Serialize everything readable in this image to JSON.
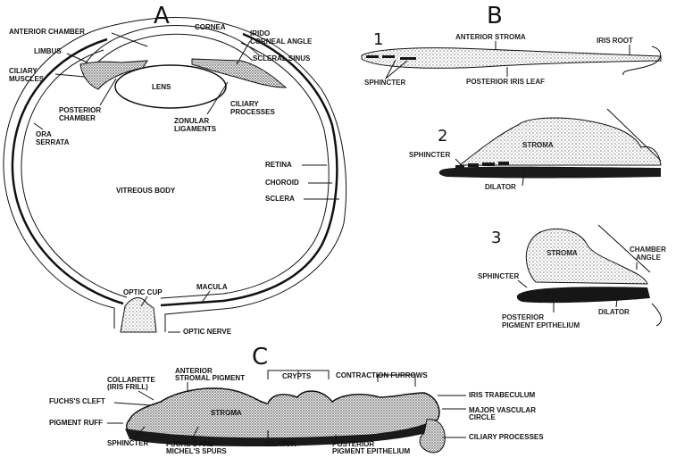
{
  "panels": {
    "A": {
      "letter": "A",
      "labels": {
        "anterior_chamber": "ANTERIOR CHAMBER",
        "cornea": "CORNEA",
        "irido1": "IRIDO",
        "irido2": "CORNEAL ANGLE",
        "limbus": "LIMBUS",
        "scleral_sinus": "SCLERAL SINUS",
        "ciliary_muscles1": "CILIARY",
        "ciliary_muscles2": "MUSCLES",
        "lens": "LENS",
        "posterior_chamber1": "POSTERIOR",
        "posterior_chamber2": "CHAMBER",
        "ciliary_processes1": "CILIARY",
        "ciliary_processes2": "PROCESSES",
        "zonular1": "ZONULAR",
        "zonular2": "LIGAMENTS",
        "ora1": "ORA",
        "ora2": "SERRATA",
        "retina": "RETINA",
        "choroid": "CHOROID",
        "sclera": "SCLERA",
        "vitreous": "VITREOUS BODY",
        "optic_cup": "OPTIC CUP",
        "macula": "MACULA",
        "optic_nerve": "OPTIC NERVE"
      }
    },
    "B": {
      "letter": "B",
      "sub1": {
        "number": "1",
        "anterior_stroma": "ANTERIOR STROMA",
        "iris_root": "IRIS ROOT",
        "sphincter": "SPHINCTER",
        "posterior_iris_leaf": "POSTERIOR IRIS LEAF"
      },
      "sub2": {
        "number": "2",
        "stroma": "STROMA",
        "sphincter": "SPHINCTER",
        "dilator": "DILATOR"
      },
      "sub3": {
        "number": "3",
        "stroma": "STROMA",
        "chamber1": "CHAMBER",
        "chamber2": "ANGLE",
        "sphincter": "SPHINCTER",
        "dilator": "DILATOR",
        "ppe1": "POSTERIOR",
        "ppe2": "PIGMENT EPITHELIUM"
      }
    },
    "C": {
      "letter": "C",
      "labels": {
        "collarette1": "COLLARETTE",
        "collarette2": "(IRIS FRILL)",
        "asp1": "ANTERIOR",
        "asp2": "STROMAL PIGMENT",
        "crypts": "CRYPTS",
        "contraction_furrows": "CONTRACTION FURROWS",
        "iris_trabeculum": "IRIS TRABECULUM",
        "fuchs_cleft": "FUCHS'S CLEFT",
        "stroma": "STROMA",
        "major1": "MAJOR VASCULAR",
        "major2": "CIRCLE",
        "pigment_ruff": "PIGMENT RUFF",
        "sphincter": "SPHINCTER",
        "spurs1": "FUCHS'S AND",
        "spurs2": "MICHEL'S SPURS",
        "dilator": "DILATOR",
        "ppe1": "POSTERIOR",
        "ppe2": "PIGMENT EPITHELIUM",
        "ciliary_processes": "CILIARY PROCESSES"
      }
    }
  }
}
